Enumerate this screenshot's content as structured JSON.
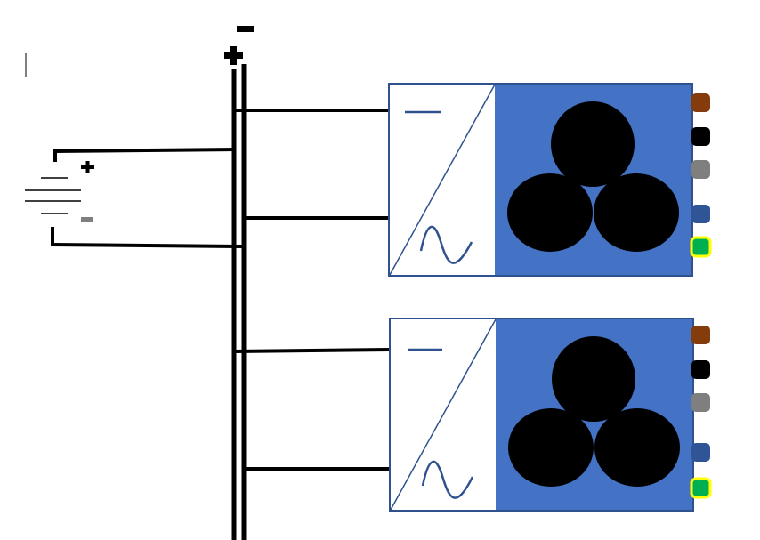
{
  "diagram": {
    "bus": {
      "positive_symbol": "+",
      "negative_symbol": "−"
    },
    "battery": {
      "positive_symbol": "+",
      "negative_symbol": "−"
    },
    "inverters": [
      {
        "id": "inverter-1",
        "dc_symbol": "DC",
        "ac_symbol": "AC",
        "motor": "three-phase-motor",
        "connectors": [
          "brown",
          "black",
          "grey",
          "blue",
          "green-yellow"
        ]
      },
      {
        "id": "inverter-2",
        "dc_symbol": "DC",
        "ac_symbol": "AC",
        "motor": "three-phase-motor",
        "connectors": [
          "brown",
          "black",
          "grey",
          "blue",
          "green-yellow"
        ]
      }
    ],
    "colors": {
      "line": "#000000",
      "inverter_border": "#2f528f",
      "motor_panel": "#4472c4",
      "sine": "#2f528f",
      "connector_brown": "#843c0c",
      "connector_black": "#000000",
      "connector_grey": "#7f7f7f",
      "connector_blue": "#2f5597",
      "connector_green": "#00b050",
      "connector_yellow": "#ffff00",
      "battery_minus": "#7f7f7f"
    }
  }
}
